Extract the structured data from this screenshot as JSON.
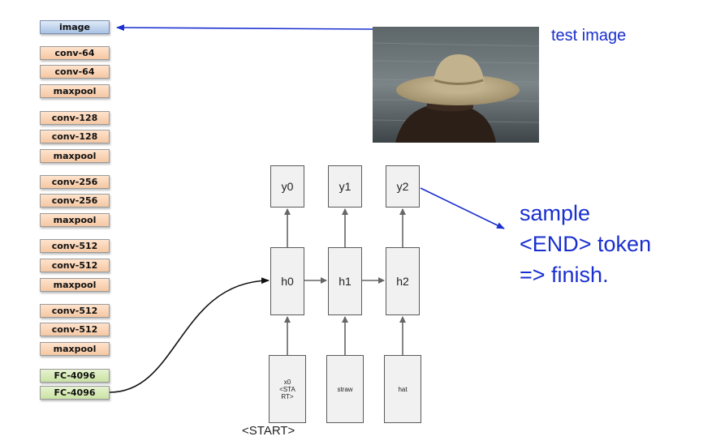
{
  "layers": {
    "image": "image",
    "conv64a": "conv-64",
    "conv64b": "conv-64",
    "pool1": "maxpool",
    "conv128a": "conv-128",
    "conv128b": "conv-128",
    "pool2": "maxpool",
    "conv256a": "conv-256",
    "conv256b": "conv-256",
    "pool3": "maxpool",
    "conv512a": "conv-512",
    "conv512b": "conv-512",
    "pool4": "maxpool",
    "conv512c": "conv-512",
    "conv512d": "conv-512",
    "pool5": "maxpool",
    "fc1": "FC-4096",
    "fc2": "FC-4096"
  },
  "test_image_label": "test image",
  "outputs": {
    "y0": "y0",
    "y1": "y1",
    "y2": "y2"
  },
  "hidden": {
    "h0": "h0",
    "h1": "h1",
    "h2": "h2"
  },
  "inputs": {
    "x0": "x0",
    "x0_token_1": "<STA",
    "x0_token_2": "RT>",
    "x1": "straw",
    "x2": "hat"
  },
  "start_label": "<START>",
  "note": {
    "line1": "sample",
    "line2": "<END> token",
    "line3": "=> finish."
  },
  "colors": {
    "annotation_blue": "#1a2fcf",
    "conv": "#f5c7a3",
    "fc": "#c9e2a3",
    "image_layer": "#a9c3e4"
  }
}
